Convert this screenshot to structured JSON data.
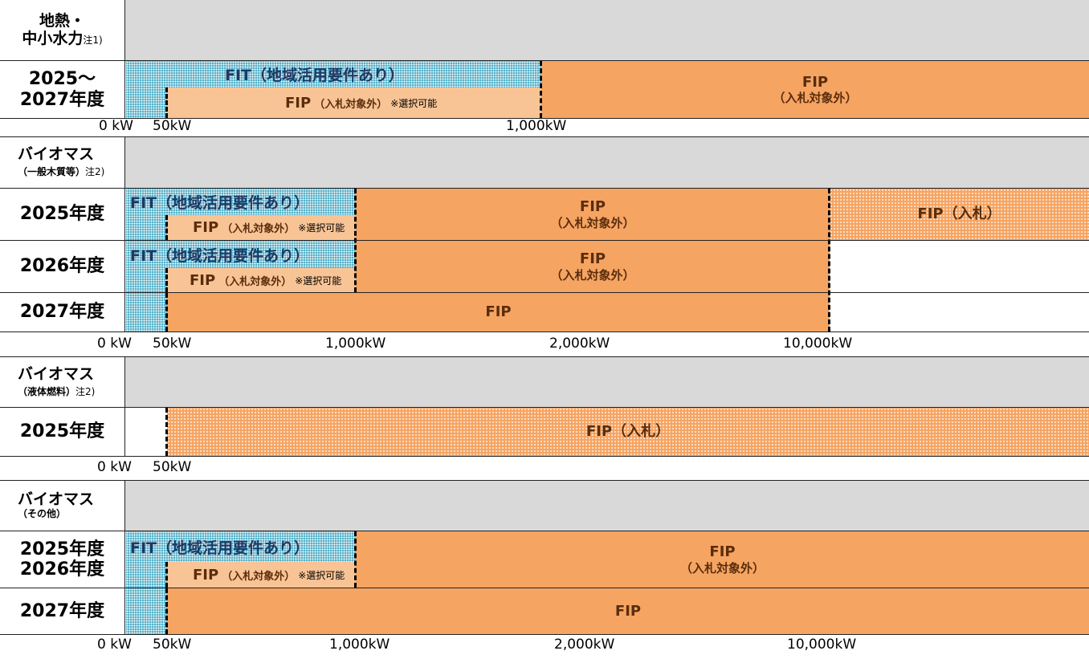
{
  "section_geo": {
    "title_line1": "地熱・",
    "title_line2": "中小水力",
    "note": "注1)",
    "row_label_line1": "2025～",
    "row_label_line2": "2027年度",
    "fit_label": "FIT（地域活用要件あり）",
    "fip_select_label": "FIP",
    "fip_select_sub": "（入札対象外）",
    "fip_select_note": "※選択可能",
    "fip_label": "FIP",
    "fip_sub": "（入札対象外）",
    "axis": [
      "0 kW",
      "50kW",
      "1,000kW"
    ]
  },
  "section_bio_wood": {
    "title": "バイオマス",
    "sub": "（一般木質等）",
    "note": "注2)",
    "rows": [
      {
        "label": "2025年度",
        "fit": "FIT（地域活用要件あり）",
        "fip_select": "FIP",
        "fip_select_sub": "（入札対象外）",
        "fip_select_note": "※選択可能",
        "fip": "FIP",
        "fip_sub": "（入札対象外）",
        "bid": "FIP（入札）"
      },
      {
        "label": "2026年度",
        "fit": "FIT（地域活用要件あり）",
        "fip_select": "FIP",
        "fip_select_sub": "（入札対象外）",
        "fip_select_note": "※選択可能",
        "fip": "FIP",
        "fip_sub": "（入札対象外）"
      },
      {
        "label": "2027年度",
        "fip": "FIP"
      }
    ],
    "axis": [
      "0 kW",
      "50kW",
      "1,000kW",
      "2,000kW",
      "10,000kW"
    ]
  },
  "section_bio_liquid": {
    "title": "バイオマス",
    "sub": "（液体燃料）",
    "note": "注2)",
    "row_label": "2025年度",
    "bid": "FIP（入札）",
    "axis": [
      "0 kW",
      "50kW"
    ]
  },
  "section_bio_other": {
    "title": "バイオマス",
    "sub": "（その他）",
    "rows": [
      {
        "label_line1": "2025年度",
        "label_line2": "2026年度",
        "fit": "FIT（地域活用要件あり）",
        "fip_select": "FIP",
        "fip_select_sub": "（入札対象外）",
        "fip_select_note": "※選択可能",
        "fip": "FIP",
        "fip_sub": "（入札対象外）"
      },
      {
        "label": "2027年度",
        "fip": "FIP"
      }
    ],
    "axis": [
      "0 kW",
      "50kW",
      "1,000kW",
      "2,000kW",
      "10,000kW"
    ]
  },
  "colors": {
    "header_gray": "#d9d9d9",
    "fit_blue": "#4bacc6",
    "fip_light": "#f9c495",
    "fip_orange": "#f6a462",
    "text_brown": "#5a2d0c",
    "fit_text": "#1f3864"
  }
}
